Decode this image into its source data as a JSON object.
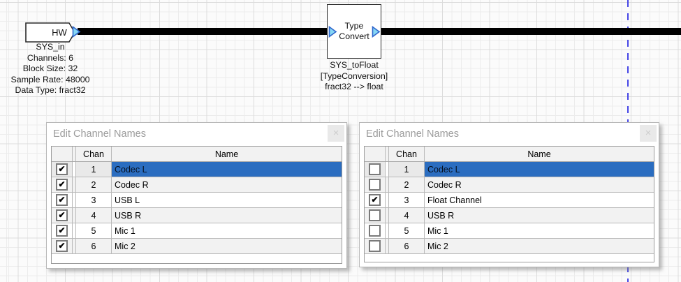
{
  "canvas": {
    "hw_block": {
      "label": "HW",
      "details": [
        "SYS_in",
        "Channels: 6",
        "Block Size: 32",
        "Sample Rate: 48000",
        "Data Type: fract32"
      ]
    },
    "type_convert_block": {
      "label": [
        "Type",
        "Convert"
      ],
      "details": [
        "SYS_toFloat",
        "[TypeConversion]",
        "fract32 --> float"
      ]
    },
    "colors": {
      "wire": "#000000",
      "pin_fill": "#86d7f5",
      "pin_stroke": "#2f66cc",
      "guide_line": "#4545e6",
      "selection_blue": "#2b6dc0"
    }
  },
  "dialogs": [
    {
      "title": "Edit Channel Names",
      "close": "×",
      "columns": {
        "chan": "Chan",
        "name": "Name"
      },
      "rows": [
        {
          "chan": "1",
          "name": "Codec L",
          "check": "✔"
        },
        {
          "chan": "2",
          "name": "Codec R",
          "check": "✔"
        },
        {
          "chan": "3",
          "name": "USB L",
          "check": "✔"
        },
        {
          "chan": "4",
          "name": "USB R",
          "check": "✔"
        },
        {
          "chan": "5",
          "name": "Mic 1",
          "check": "✔"
        },
        {
          "chan": "6",
          "name": "Mic 2",
          "check": "✔"
        }
      ]
    },
    {
      "title": "Edit Channel Names",
      "close": "×",
      "columns": {
        "chan": "Chan",
        "name": "Name"
      },
      "rows": [
        {
          "chan": "1",
          "name": "Codec L",
          "check": ""
        },
        {
          "chan": "2",
          "name": "Codec R",
          "check": ""
        },
        {
          "chan": "3",
          "name": "Float Channel",
          "check": "✔"
        },
        {
          "chan": "4",
          "name": "USB R",
          "check": ""
        },
        {
          "chan": "5",
          "name": "Mic 1",
          "check": ""
        },
        {
          "chan": "6",
          "name": "Mic 2",
          "check": ""
        }
      ]
    }
  ]
}
